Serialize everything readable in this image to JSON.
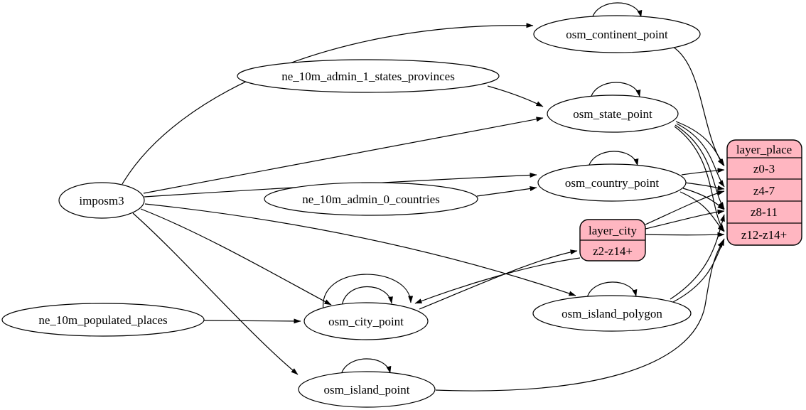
{
  "diagram": {
    "kind": "etl-graph",
    "colors": {
      "background": "#ffffff",
      "node_fill": "#ffffff",
      "record_fill": "#ffb6c1",
      "stroke": "#000000"
    },
    "nodes": {
      "imposm3": {
        "label": "imposm3",
        "shape": "ellipse"
      },
      "osm_continent_point": {
        "label": "osm_continent_point",
        "shape": "ellipse",
        "self_loops": 1
      },
      "ne_10m_admin_1_states_provinces": {
        "label": "ne_10m_admin_1_states_provinces",
        "shape": "ellipse"
      },
      "osm_state_point": {
        "label": "osm_state_point",
        "shape": "ellipse",
        "self_loops": 1
      },
      "osm_country_point": {
        "label": "osm_country_point",
        "shape": "ellipse",
        "self_loops": 1
      },
      "ne_10m_admin_0_countries": {
        "label": "ne_10m_admin_0_countries",
        "shape": "ellipse"
      },
      "layer_city": {
        "title": "layer_city",
        "shape": "record",
        "rows": [
          "z2-z14+"
        ]
      },
      "osm_island_polygon": {
        "label": "osm_island_polygon",
        "shape": "ellipse",
        "self_loops": 1
      },
      "osm_city_point": {
        "label": "osm_city_point",
        "shape": "ellipse",
        "self_loops": 2
      },
      "ne_10m_populated_places": {
        "label": "ne_10m_populated_places",
        "shape": "ellipse"
      },
      "osm_island_point": {
        "label": "osm_island_point",
        "shape": "ellipse",
        "self_loops": 1
      },
      "layer_place": {
        "title": "layer_place",
        "shape": "record",
        "rows": [
          "z0-3",
          "z4-7",
          "z8-11",
          "z12-z14+"
        ]
      }
    },
    "edges": [
      {
        "from": "imposm3",
        "to": "osm_continent_point"
      },
      {
        "from": "imposm3",
        "to": "osm_state_point"
      },
      {
        "from": "imposm3",
        "to": "osm_country_point"
      },
      {
        "from": "imposm3",
        "to": "osm_city_point"
      },
      {
        "from": "imposm3",
        "to": "osm_island_polygon"
      },
      {
        "from": "imposm3",
        "to": "osm_island_point"
      },
      {
        "from": "ne_10m_admin_1_states_provinces",
        "to": "osm_state_point"
      },
      {
        "from": "ne_10m_admin_0_countries",
        "to": "osm_country_point"
      },
      {
        "from": "ne_10m_populated_places",
        "to": "osm_city_point"
      },
      {
        "from": "osm_continent_point",
        "to": "osm_continent_point"
      },
      {
        "from": "osm_state_point",
        "to": "osm_state_point"
      },
      {
        "from": "osm_country_point",
        "to": "osm_country_point"
      },
      {
        "from": "osm_city_point",
        "to": "osm_city_point"
      },
      {
        "from": "osm_city_point",
        "to": "osm_city_point"
      },
      {
        "from": "osm_island_polygon",
        "to": "osm_island_polygon"
      },
      {
        "from": "osm_island_point",
        "to": "osm_island_point"
      },
      {
        "from": "osm_continent_point",
        "to": "layer_place:z0-3"
      },
      {
        "from": "osm_state_point",
        "to": "layer_place:z0-3"
      },
      {
        "from": "osm_state_point",
        "to": "layer_place:z4-7"
      },
      {
        "from": "osm_state_point",
        "to": "layer_place:z8-11"
      },
      {
        "from": "osm_state_point",
        "to": "layer_place:z12-z14+"
      },
      {
        "from": "osm_country_point",
        "to": "layer_place:z0-3"
      },
      {
        "from": "osm_country_point",
        "to": "layer_place:z4-7"
      },
      {
        "from": "osm_country_point",
        "to": "layer_place:z8-11"
      },
      {
        "from": "osm_country_point",
        "to": "layer_place:z12-z14+"
      },
      {
        "from": "osm_city_point",
        "to": "layer_city:z2-z14+"
      },
      {
        "from": "layer_city:z2-z14+",
        "to": "osm_city_point"
      },
      {
        "from": "layer_city:z2-z14+",
        "to": "layer_place:z4-7"
      },
      {
        "from": "layer_city:z2-z14+",
        "to": "layer_place:z8-11"
      },
      {
        "from": "layer_city:z2-z14+",
        "to": "layer_place:z12-z14+"
      },
      {
        "from": "osm_island_polygon",
        "to": "layer_place:z8-11"
      },
      {
        "from": "osm_island_polygon",
        "to": "layer_place:z12-z14+"
      },
      {
        "from": "osm_island_point",
        "to": "layer_place:z12-z14+"
      }
    ]
  }
}
